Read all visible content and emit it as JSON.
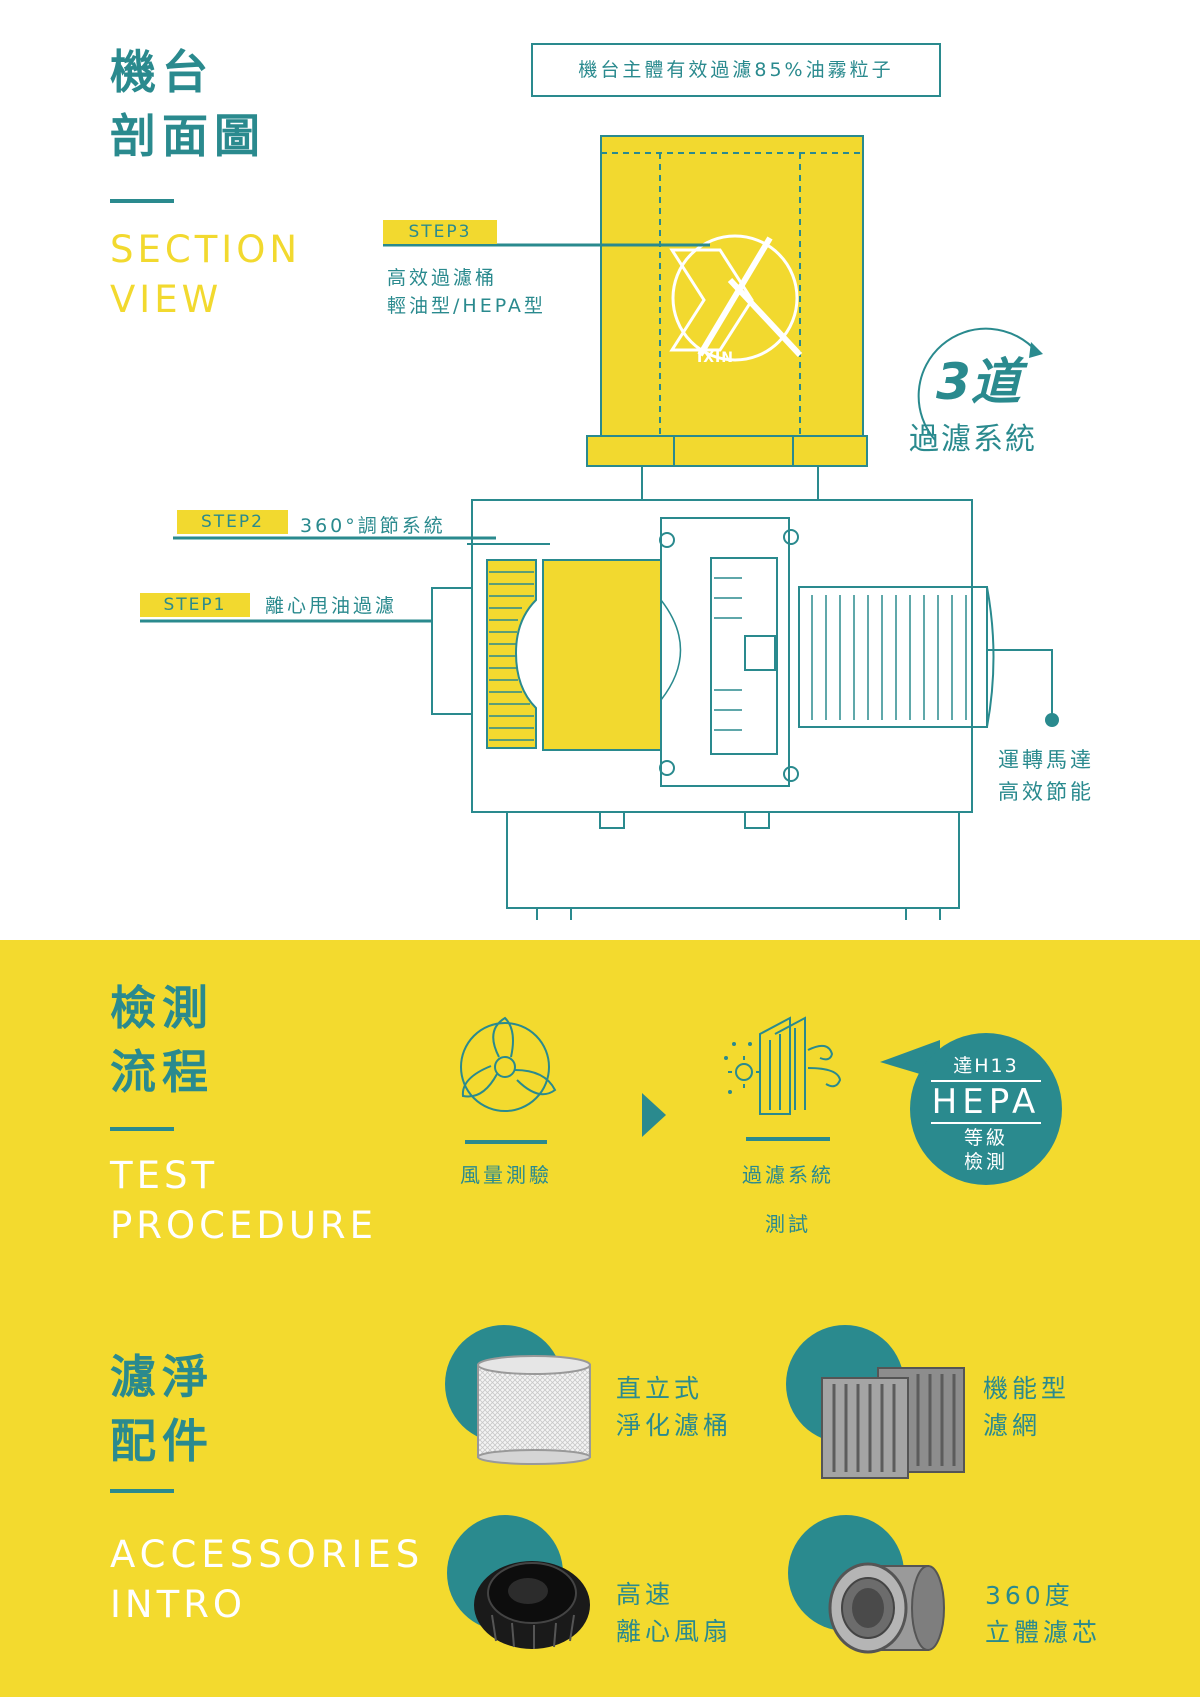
{
  "section_view": {
    "title_cn_1": "機台",
    "title_cn_2": "剖面圖",
    "title_en_1": "SECTION",
    "title_en_2": "VIEW",
    "banner": "機台主體有效過濾85%油霧粒子",
    "step3_tag": "STEP3",
    "step3_line1": "高效過濾桶",
    "step3_line2": "輕油型/HEPA型",
    "step2_tag": "STEP2",
    "step2_text": "360°調節系統",
    "step1_tag": "STEP1",
    "step1_text": "離心甩油過濾",
    "badge_number": "3道",
    "badge_text": "過濾系統",
    "logo_text": "IXIN",
    "motor_line1": "運轉馬達",
    "motor_line2": "高效節能"
  },
  "test_procedure": {
    "title_cn_1": "檢測",
    "title_cn_2": "流程",
    "title_en_1": "TEST",
    "title_en_2": "PROCEDURE",
    "step_a": "風量測驗",
    "step_b_line1": "過濾系統",
    "step_b_line2": "測試",
    "hepa_top": "達H13",
    "hepa_main": "HEPA",
    "hepa_line1": "等級",
    "hepa_line2": "檢測"
  },
  "accessories": {
    "title_cn_1": "濾淨",
    "title_cn_2": "配件",
    "title_en_1": "ACCESSORIES",
    "title_en_2": "INTRO",
    "item1_line1": "直立式",
    "item1_line2": "淨化濾桶",
    "item2_line1": "機能型",
    "item2_line2": "濾網",
    "item3_line1": "高速",
    "item3_line2": "離心風扇",
    "item4_line1": "360度",
    "item4_line2": "立體濾芯"
  },
  "colors": {
    "teal": "#2a8a8e",
    "yellow": "#f2d92f"
  }
}
